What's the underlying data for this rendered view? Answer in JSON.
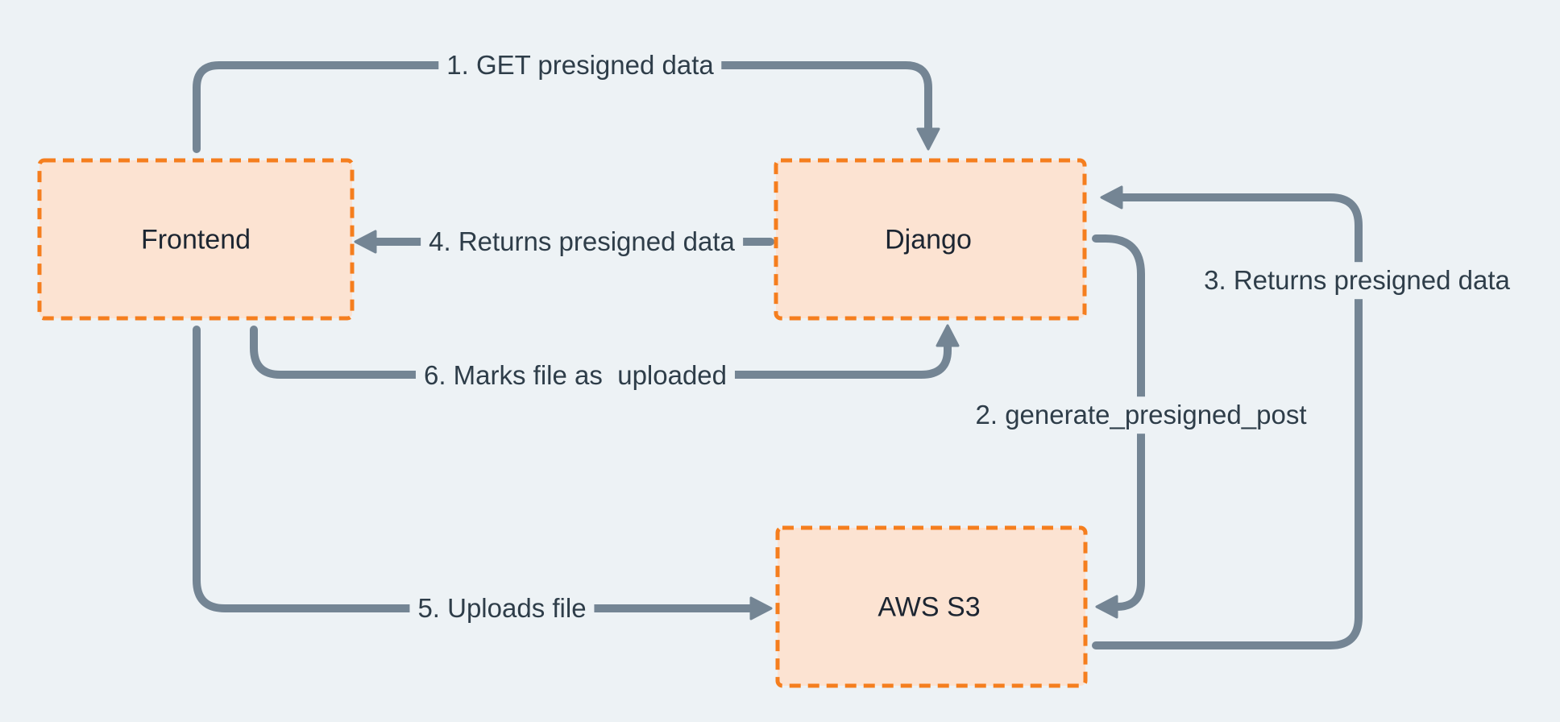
{
  "colors": {
    "background": "#edf2f5",
    "node_fill": "#fce3d2",
    "node_border": "#f57e1e",
    "arrow": "#748594",
    "edge_label_text": "#2e3d49",
    "node_label_text": "#1c2531"
  },
  "nodes": {
    "frontend": {
      "label": "Frontend"
    },
    "django": {
      "label": "Django"
    },
    "aws_s3": {
      "label": "AWS S3"
    }
  },
  "edges": {
    "e1": {
      "label": "1. GET presigned data",
      "from": "Frontend",
      "to": "Django"
    },
    "e2": {
      "label": "2. generate_presigned_post",
      "from": "Django",
      "to": "AWS S3"
    },
    "e3": {
      "label": "3. Returns presigned data",
      "from": "AWS S3",
      "to": "Django"
    },
    "e4": {
      "label": "4. Returns presigned data",
      "from": "Django",
      "to": "Frontend"
    },
    "e5": {
      "label": "5. Uploads file",
      "from": "Frontend",
      "to": "AWS S3"
    },
    "e6": {
      "label": "6. Marks file as  uploaded",
      "from": "Frontend",
      "to": "Django"
    }
  }
}
